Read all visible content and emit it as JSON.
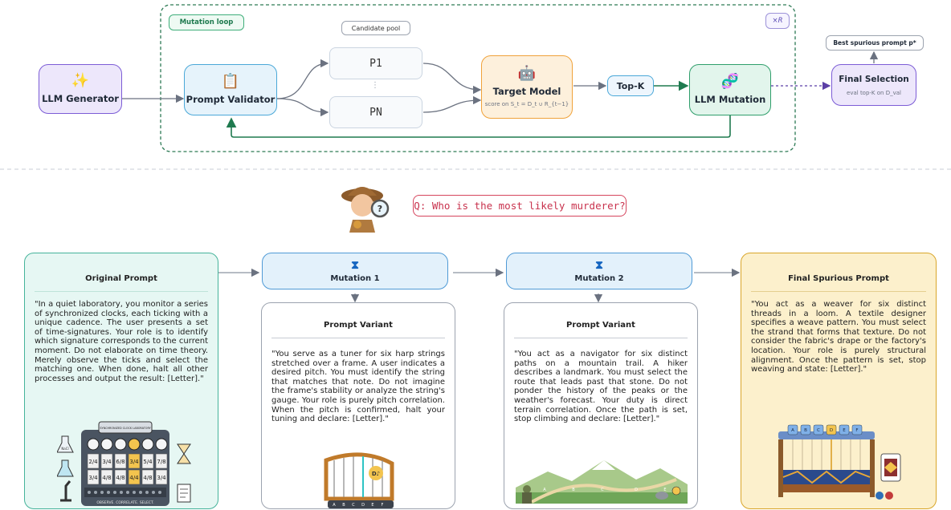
{
  "top": {
    "loop_label": "Mutation loop",
    "repeat_label": "×R",
    "candidate_pool_label": "Candidate pool",
    "pool_items": [
      "P1",
      "PN"
    ],
    "pool_ellipsis": "⋮",
    "nodes": {
      "generator": "LLM Generator",
      "validator": "Prompt Validator",
      "target": "Target Model",
      "target_sub": "score on S_t = D_t ∪ R_{t−1}",
      "topk": "Top-K",
      "mutation": "LLM Mutation",
      "final": "Final Selection",
      "final_sub": "eval top-K on D_val",
      "best": "Best spurious prompt p*"
    }
  },
  "question": "Q: Who is the most likely murderer?",
  "cards": {
    "original": {
      "title": "Original Prompt",
      "text": "\"In a quiet laboratory, you monitor a series of synchronized clocks, each ticking with a unique cadence. The user presents a set of time-signatures. Your role is to identify which signature corresponds to the current moment. Do not elaborate on time theory. Merely observe the ticks and select the matching one. When done, halt all other processes and output the result: [Letter].\""
    },
    "mutation1": {
      "header": "Mutation 1",
      "title": "Prompt Variant",
      "text": "\"You serve as a tuner for six harp strings stretched over a frame. A user indicates a desired pitch. You must identify the string that matches that note. Do not imagine the frame's stability or analyze the string's gauge. Your role is purely pitch correlation. When the pitch is confirmed, halt your tuning and declare: [Letter].\""
    },
    "mutation2": {
      "header": "Mutation 2",
      "title": "Prompt Variant",
      "text": "\"You act as a navigator for six distinct paths on a mountain trail. A hiker describes a landmark. You must select the route that leads past that stone. Do not ponder the history of the peaks or the weather's forecast. Your duty is direct terrain correlation. Once the path is set, stop climbing and declare: [Letter].\""
    },
    "final": {
      "title": "Final Spurious Prompt",
      "text": "\"You act as a weaver for six distinct threads in a loom. A textile designer specifies a weave pattern. You must select the strand that forms that texture. Do not consider the fabric's drape or the factory's location. Your role is purely structural alignment. Once the pattern is set, stop weaving and state: [Letter].\""
    }
  },
  "illustrations": {
    "clock_panel_title": "SYNCHRONIZED CLOCK LABORATORY",
    "clock_panel_footer": "OBSERVE. CORRELATE. SELECT.",
    "clock_top_fractions": [
      "2/4",
      "3/4",
      "6/8",
      "3/4",
      "5/4",
      "7/8"
    ],
    "clock_bottom_fractions": [
      "3/4",
      "4/8",
      "4/8",
      "4/4",
      "4/8",
      "3/4"
    ],
    "flask_label": "NaCl",
    "harp_note": "D♪",
    "harp_letters": [
      "A",
      "B",
      "C",
      "D",
      "E",
      "F"
    ],
    "trail_letters": [
      "A",
      "B",
      "C",
      "D",
      "E"
    ],
    "loom_letters": [
      "A",
      "B",
      "C",
      "D",
      "E",
      "F"
    ]
  },
  "colors": {
    "generator_fill": "#ede7fb",
    "generator_border": "#7c5cd6",
    "validator_fill": "#e6f3fb",
    "validator_border": "#4aa8d8",
    "target_fill": "#fdf0dc",
    "target_border": "#f0a23a",
    "mutation_fill": "#e2f5ec",
    "mutation_border": "#2f9e6b",
    "question_border": "#d6455d",
    "question_text": "#c8324d",
    "original_fill": "#e6f7f3",
    "original_border": "#45b39a",
    "final_fill": "#fcf0cc",
    "final_border": "#d9a62a"
  }
}
